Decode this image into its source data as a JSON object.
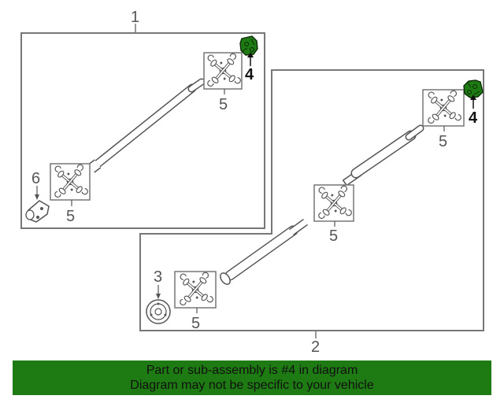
{
  "callouts": {
    "assembly_1": "1",
    "assembly_2": "2",
    "part_3": "3",
    "part_4_a": "4",
    "part_4_b": "4",
    "part_5_a": "5",
    "part_5_b": "5",
    "part_5_c": "5",
    "part_5_d": "5",
    "part_5_e": "5",
    "part_6": "6"
  },
  "highlight_color": "#1e7a12",
  "banner": {
    "line1": "Part or sub-assembly is #4 in diagram",
    "line2": "Diagram may not be specific to your vehicle"
  }
}
